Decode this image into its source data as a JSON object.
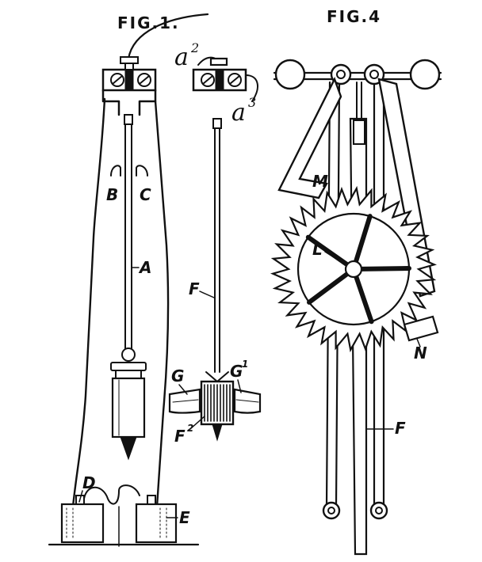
{
  "figures": {
    "fig1": {
      "title": "FIG.1."
    },
    "fig4": {
      "title": "FIG.4"
    }
  },
  "labels": {
    "a2": {
      "main": "a",
      "sup": "2"
    },
    "a3": {
      "main": "a",
      "sup": "3"
    },
    "B": "B",
    "C": "C",
    "A": "A",
    "F": "F",
    "G": "G",
    "G1": {
      "main": "G",
      "sup": "1"
    },
    "F2": {
      "main": "F",
      "sup": "2"
    },
    "D": "D",
    "E": "E",
    "M": "M",
    "L": "L",
    "N": "N",
    "F4": "F"
  }
}
